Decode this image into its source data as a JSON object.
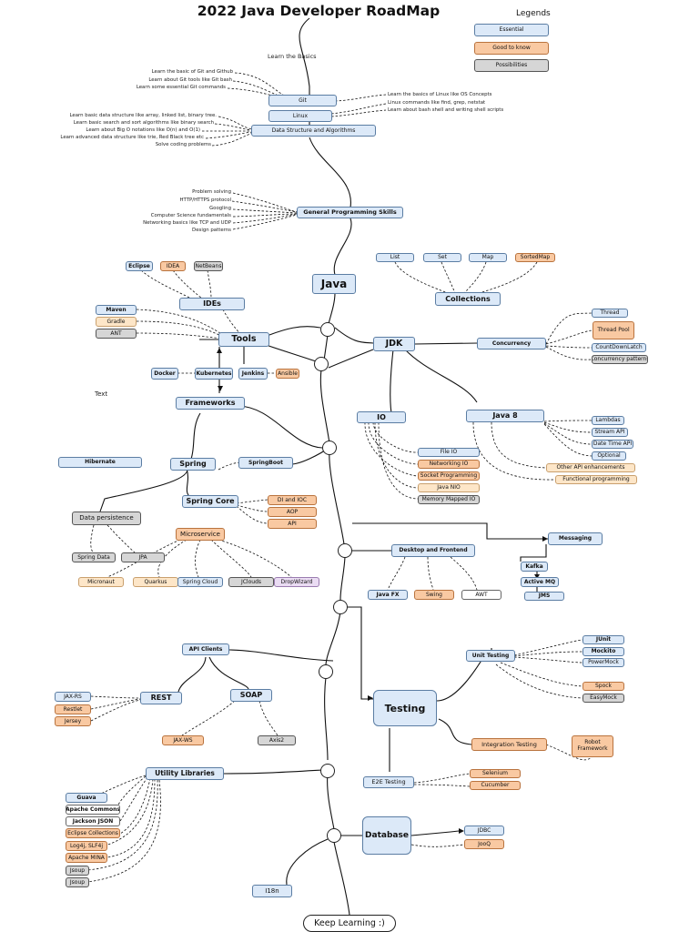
{
  "title": "2022 Java Developer RoadMap",
  "legend": {
    "title": "Legends",
    "essential": "Essential",
    "good_to_know": "Good to know",
    "possibilities": "Possibilities"
  },
  "basics": {
    "label": "Learn the Basics",
    "git": "Git",
    "git_notes": [
      "Learn the basic of Git and Github",
      "Learn about Git tools like Git bash",
      "Learn some essential Git commands"
    ],
    "linux": "Linux",
    "linux_notes": [
      "Learn the basics of Linux like OS Concepts",
      "Linux commands like find, grep, netstat",
      "Learn about bash shell and writing shell scripts"
    ],
    "dsa": "Data Structure and Algorithms",
    "dsa_notes": [
      "Learn basic data structure like array, linked list, binary tree.",
      "Learn basic search and sort algorithms like binary search",
      "Learn about Big O notations like O(n) and O(1)",
      "Learn advanced data structure like trie, Red Black tree etc",
      "Solve coding problems"
    ]
  },
  "general": {
    "label": "General Programming Skills",
    "notes": [
      "Problem solving",
      "HTTP/HTTPS protocol",
      "Googling",
      "Computer Science fundamentals",
      "Networking basics like TCP and UDP",
      "Design patterns"
    ]
  },
  "java": "Java",
  "ides": {
    "label": "IDEs",
    "eclipse": "Eclipse",
    "idea": "IDEA",
    "netbeans": "NetBeans"
  },
  "tools": {
    "label": "Tools",
    "maven": "Maven",
    "gradle": "Gradle",
    "ant": "ANT",
    "docker": "Docker",
    "kubernetes": "Kubernetes",
    "jenkins": "Jenkins",
    "ansible": "Ansible"
  },
  "stray_text": "Text",
  "frameworks": {
    "label": "Frameworks",
    "hibernate": "Hibernate",
    "spring": "Spring",
    "springboot": "SpringBoot",
    "spring_core": "Spring Core",
    "di_ioc": "DI and IOC",
    "aop": "AOP",
    "api": "API",
    "data_persistence": "Data persistence",
    "spring_data": "Spring Data",
    "jpa": "JPA",
    "microservice": "Microservice",
    "micronaut": "Micronaut",
    "quarkus": "Quarkus",
    "spring_cloud": "Spring Cloud",
    "jclouds": "JClouds",
    "dropwizard": "DropWizard"
  },
  "collections": {
    "label": "Collections",
    "list": "List",
    "set": "Set",
    "map": "Map",
    "sortedmap": "SortedMap"
  },
  "jdk": "JDK",
  "concurrency": {
    "label": "Concurrency",
    "thread": "Thread",
    "thread_pool": "Thread Pool",
    "countdownlatch": "CountDownLatch",
    "patterns": "Concurrency patterns"
  },
  "io": {
    "label": "IO",
    "file_io": "File IO",
    "networking_io": "Networking IO",
    "socket": "Socket Programming",
    "java_nio": "Java NIO",
    "mmio": "Memory Mapped IO"
  },
  "java8": {
    "label": "Java 8",
    "lambdas": "Lambdas",
    "stream": "Stream API",
    "datetime": "Date Time API",
    "optional": "Optional",
    "other": "Other API enhancements",
    "functional": "Functional programming"
  },
  "messaging": {
    "label": "Messaging",
    "kafka": "Kafka",
    "activemq": "Active MQ",
    "jms": "JMS"
  },
  "desktop": {
    "label": "Desktop and Frontend",
    "javafx": "Java FX",
    "swing": "Swing",
    "awt": "AWT"
  },
  "api_clients": {
    "label": "API Clients",
    "rest": "REST",
    "soap": "SOAP",
    "jaxrs": "JAX-RS",
    "restlet": "Restlet",
    "jersey": "Jersey",
    "jaxws": "JAX-WS",
    "axis2": "Axis2"
  },
  "testing": {
    "label": "Testing",
    "unit": "Unit Testing",
    "junit": "JUnit",
    "mockito": "Mockito",
    "powermock": "PowerMock",
    "spock": "Spock",
    "easymock": "EasyMock",
    "integration": "Integration Testing",
    "robot": "Robot Framework",
    "e2e": "E2E Testing",
    "selenium": "Selenium",
    "cucumber": "Cucumber"
  },
  "utility": {
    "label": "Utility Libraries",
    "guava": "Guava",
    "apache_commons": "Apache Commons",
    "jackson": "Jackson JSON",
    "eclipse_collections": "Eclipse Collections",
    "log4j": "Log4j, SLF4j",
    "apache_mina": "Apache MINA",
    "jsoup1": "Jsoup",
    "jsoup2": "Jsoup"
  },
  "database": {
    "label": "Database",
    "jdbc": "JDBC",
    "jooq": "JooQ"
  },
  "i18n": "I18n",
  "keep_learning": "Keep Learning :)"
}
